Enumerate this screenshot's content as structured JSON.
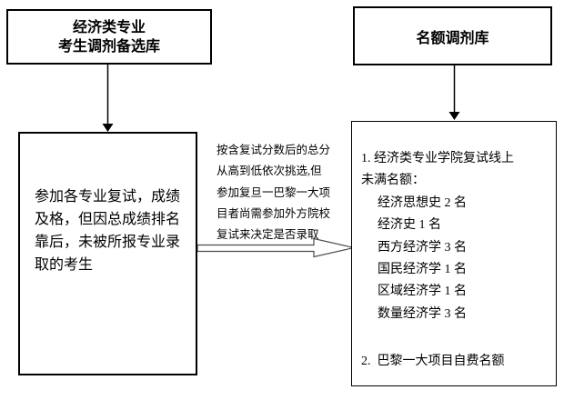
{
  "canvas": {
    "background": "#ffffff",
    "line_color": "#000000",
    "block_arrow_stroke": "#4d4d4d",
    "block_arrow_fill": "#ffffff"
  },
  "top_left_box": {
    "lines": [
      "经济类专业",
      "考生调剂备选库"
    ]
  },
  "top_right_box": {
    "title": "名额调剂库"
  },
  "left_box": {
    "lines": [
      "参加各专业复试，成绩",
      "及格，但因总成绩排名",
      "靠后，未被所报专业录",
      "取的考生"
    ]
  },
  "middle_note": {
    "lines": [
      "按含复试分数后的总分",
      "从高到低依次挑选,但",
      "参加复旦一巴黎一大项",
      "目者尚需参加外方院校",
      "复试来决定是否录取"
    ]
  },
  "right_box": {
    "item1_title": "1. 经济类专业学院复试线上",
    "item1_subtitle": "未满名额：",
    "quota_list": [
      "经济思想史 2 名",
      "经济史 1 名",
      "西方经济学 3 名",
      "国民经济学 1 名",
      "区域经济学 1 名",
      "数量经济学 3 名"
    ],
    "item2": "2.  巴黎一大项目自费名额"
  }
}
